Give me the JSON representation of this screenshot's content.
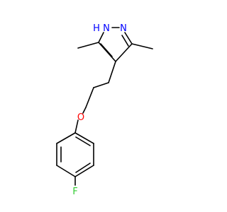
{
  "molecule": {
    "atoms": {
      "n1h": {
        "text": "H",
        "color": "#0000ff"
      },
      "n1": {
        "text": "N",
        "color": "#0000ff"
      },
      "n2": {
        "text": "N",
        "color": "#0000ff"
      },
      "o": {
        "text": "O",
        "color": "#ff0000"
      },
      "f": {
        "text": "F",
        "color": "#33cc33"
      }
    },
    "bond_color": "#000000"
  }
}
